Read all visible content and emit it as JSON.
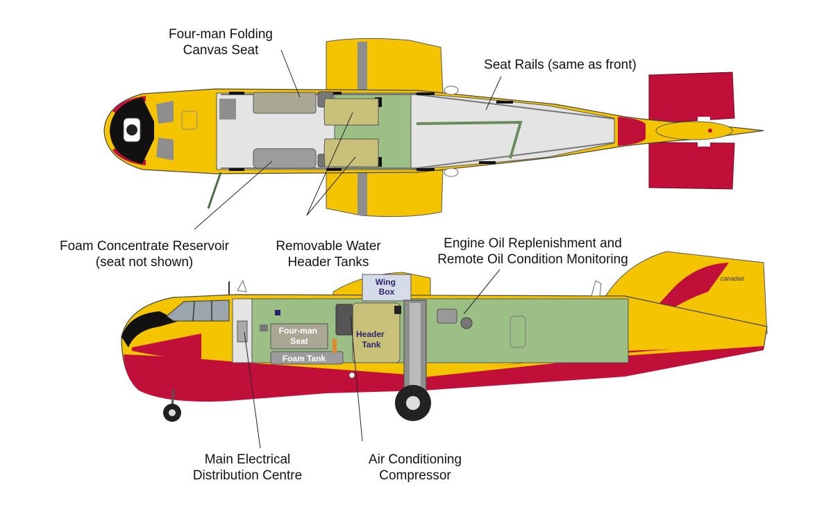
{
  "callouts": {
    "folding_seat": [
      "Four-man Folding",
      "Canvas Seat"
    ],
    "seat_rails": [
      "Seat Rails (same as front)"
    ],
    "foam_reservoir": [
      "Foam Concentrate Reservoir",
      "(seat not shown)"
    ],
    "header_tanks": [
      "Removable Water",
      "Header Tanks"
    ],
    "engine_oil": [
      "Engine Oil Replenishment and",
      "Remote Oil Condition Monitoring"
    ],
    "electrical": [
      "Main Electrical",
      "Distribution Centre"
    ],
    "air_con": [
      "Air Conditioning",
      "Compressor"
    ]
  },
  "side_labels": {
    "wing_box": [
      "Wing",
      "Box"
    ],
    "seat": [
      "Four-man",
      "Seat"
    ],
    "foam_tank": "Foam Tank",
    "header_tank": [
      "Header",
      "Tank"
    ],
    "brand": "canadair"
  },
  "colors": {
    "yellow": "#f5c400",
    "crimson": "#c0103a",
    "floor": "#e4e4e4",
    "green": "#9bbf85",
    "tan": "#c9c07a",
    "grey": "#8e8e8e",
    "dark_grey": "#5a5a5a",
    "outline": "#333333",
    "wing_box": "#d5dbe8",
    "wing_box_text": "#2a2470"
  }
}
